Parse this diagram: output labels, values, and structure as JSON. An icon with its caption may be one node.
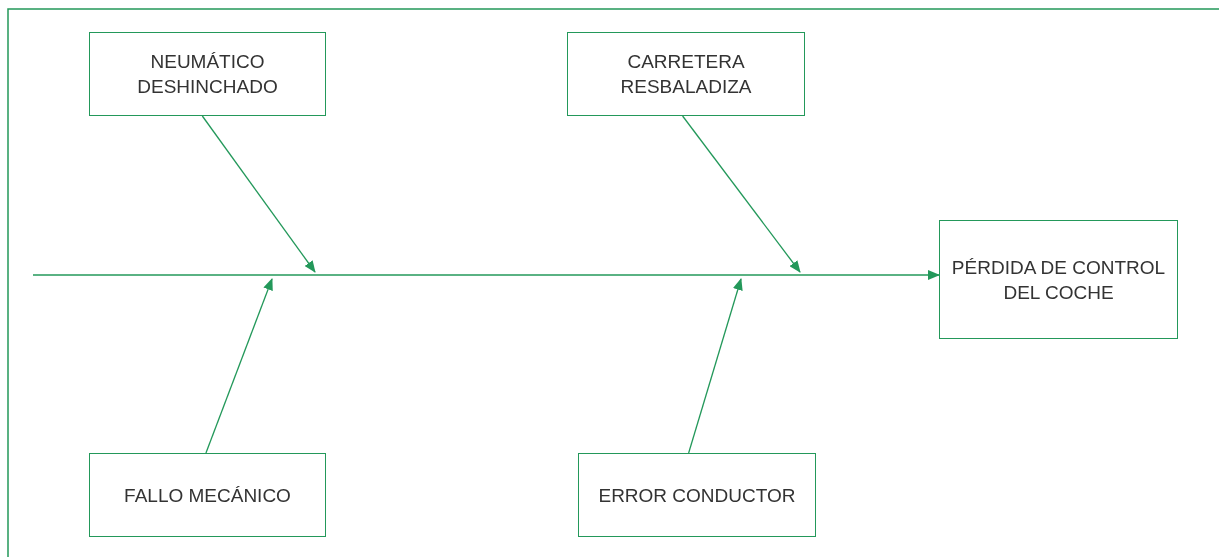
{
  "diagram": {
    "nodes": [
      {
        "text": [
          "NEUMÁTICO DESHINCHADO"
        ]
      },
      {
        "text": [
          "CARRETERA RESBALADIZA"
        ]
      },
      {
        "text": [
          "PÉRDIDA DE CONTROL DEL COCHE"
        ]
      },
      {
        "text": [
          "FALLO MECÁNICO"
        ]
      },
      {
        "text": [
          "ERROR CONDUCTOR"
        ]
      }
    ],
    "edges": [
      {
        "from": 0,
        "to": null,
        "arrow": "to"
      },
      {
        "from": 1,
        "to": null,
        "arrow": "to"
      },
      {
        "from": 3,
        "to": null,
        "arrow": "to"
      },
      {
        "from": 4,
        "to": null,
        "arrow": "to"
      },
      {
        "from": null,
        "to": 2,
        "arrow": "to"
      }
    ]
  }
}
